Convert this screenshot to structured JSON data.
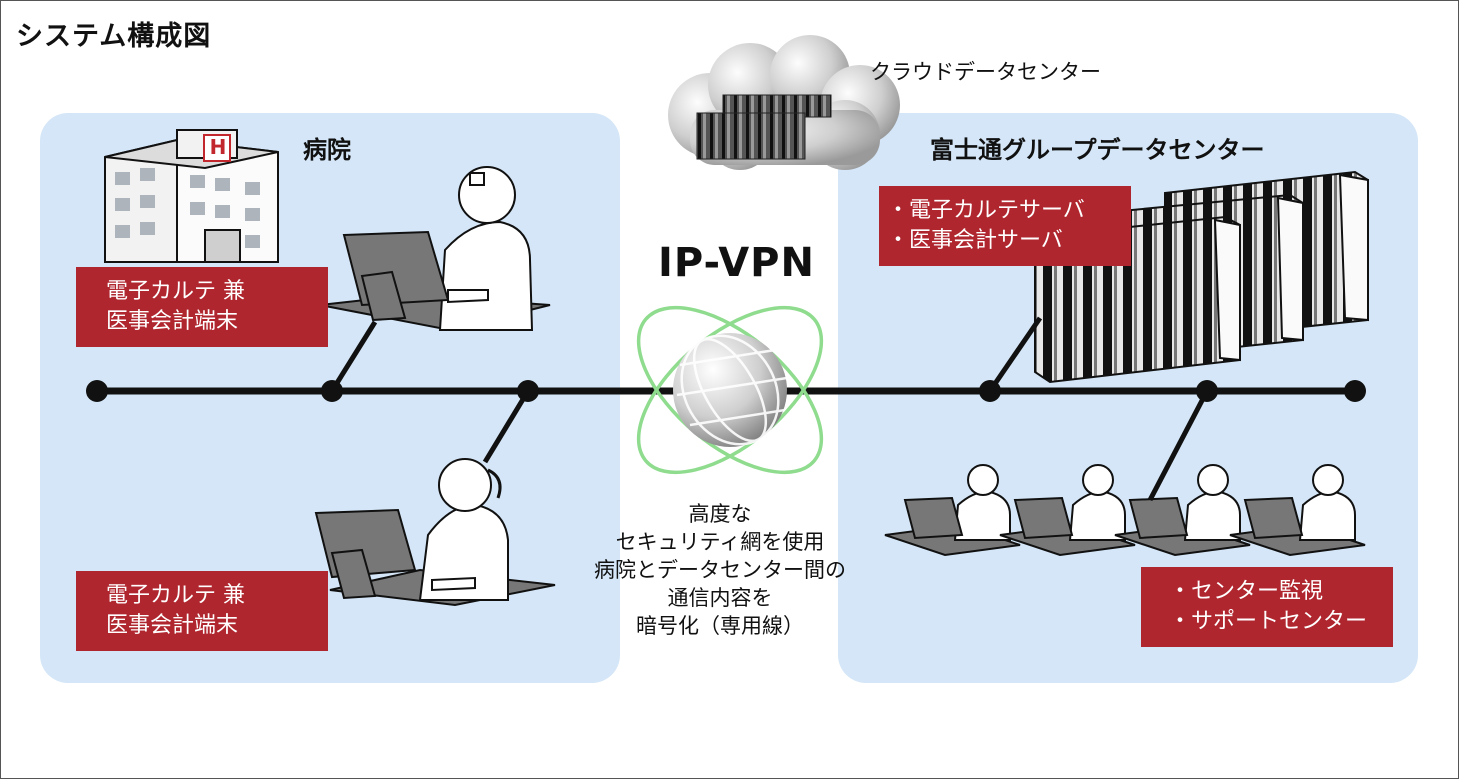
{
  "title": "システム構成図",
  "cloud": {
    "label": "クラウドデータセンター"
  },
  "hospital": {
    "label": "病院",
    "building_sign": "H",
    "terminals": [
      {
        "line1": "電子カルテ 兼",
        "line2": "医事会計端末"
      },
      {
        "line1": "電子カルテ 兼",
        "line2": "医事会計端末"
      }
    ]
  },
  "network": {
    "label": "IP-VPN",
    "description": [
      "高度な",
      "セキュリティ網を使用",
      "病院とデータセンター間の",
      "通信内容を",
      "暗号化（専用線）"
    ]
  },
  "datacenter": {
    "label": "富士通グループデータセンター",
    "servers": [
      "・電子カルテサーバ",
      "・医事会計サーバ"
    ],
    "support": [
      "・センター監視",
      "・サポートセンター"
    ]
  },
  "colors": {
    "zone_background": "#d4e6f7",
    "label_red": "#b0262f",
    "vpn_orbit": "#8fdc8f",
    "line": "#111111"
  }
}
